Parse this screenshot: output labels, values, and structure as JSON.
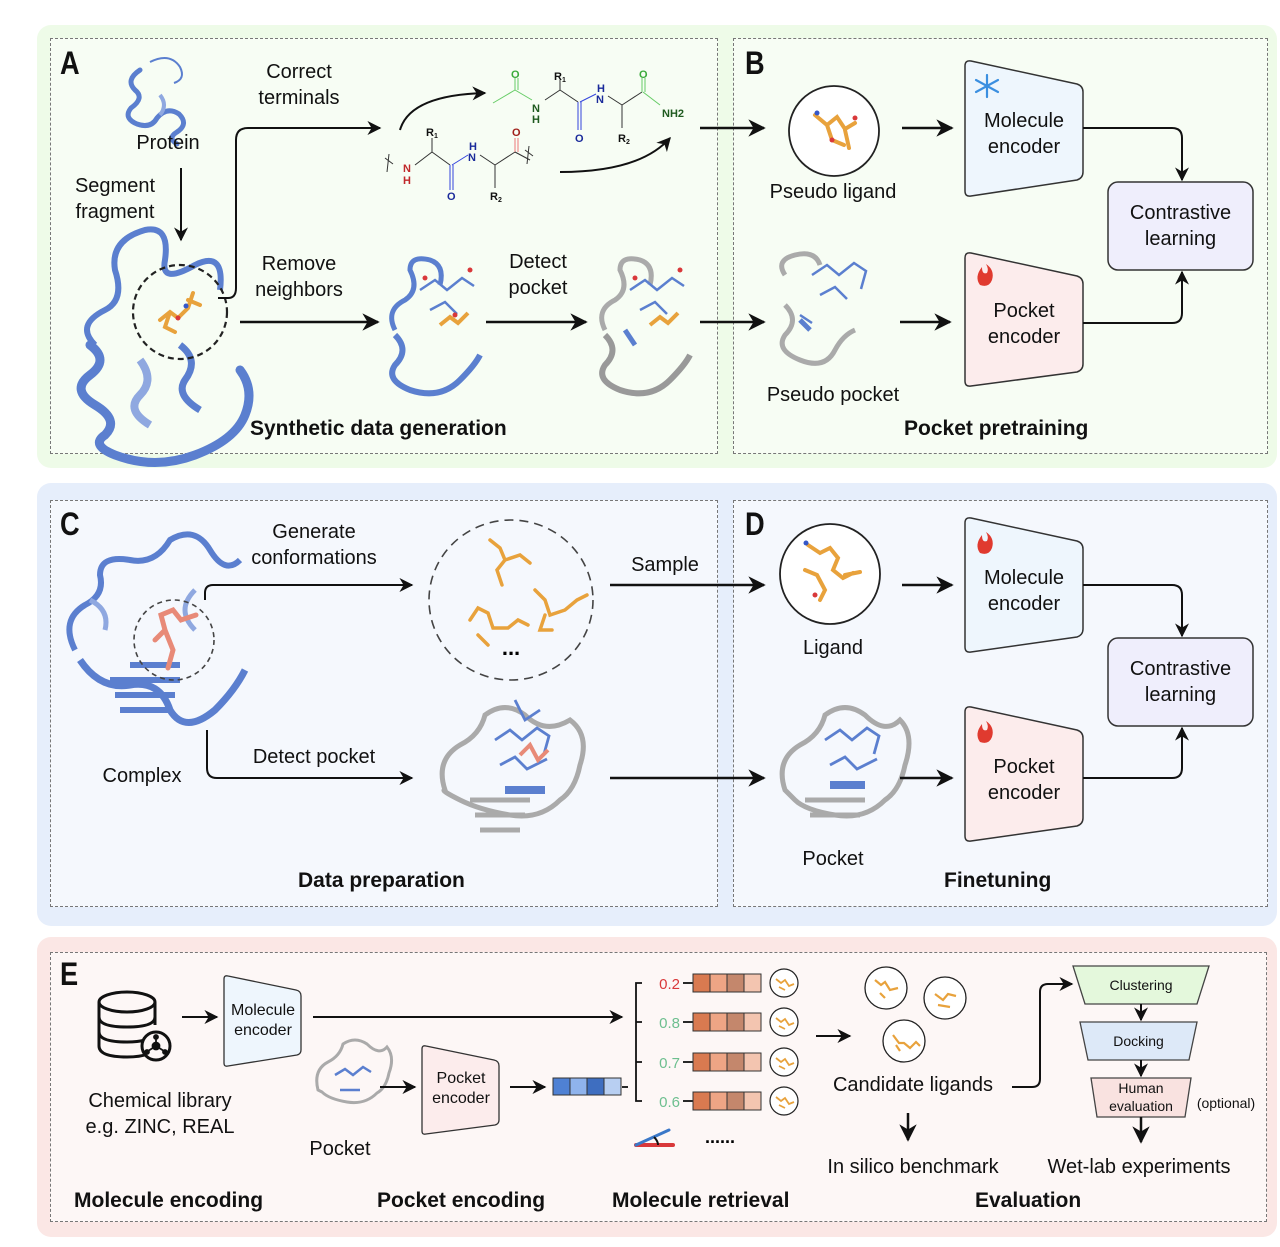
{
  "panels": {
    "A": {
      "letter": "A",
      "title": "Synthetic data generation",
      "protein_label": "Protein",
      "segment_label": [
        "Segment",
        "fragment"
      ],
      "correct_terminals": [
        "Correct",
        "terminals"
      ],
      "remove_neighbors": [
        "Remove",
        "neighbors"
      ],
      "detect_pocket": [
        "Detect",
        "pocket"
      ],
      "chem_before": {
        "labels": [
          "R1",
          "R2",
          "N",
          "H",
          "O",
          "H",
          "N",
          "O"
        ]
      },
      "chem_after": {
        "labels": [
          "O",
          "R1",
          "H",
          "N",
          "O",
          "NH2",
          "N",
          "H",
          "O",
          "R2"
        ]
      }
    },
    "B": {
      "letter": "B",
      "title": "Pocket pretraining",
      "pseudo_ligand": "Pseudo ligand",
      "pseudo_pocket": "Pseudo pocket",
      "molecule_encoder": [
        "Molecule",
        "encoder"
      ],
      "molecule_encoder_state": "snowflake-icon",
      "pocket_encoder": [
        "Pocket",
        "encoder"
      ],
      "pocket_encoder_state": "flame-icon",
      "contrastive": [
        "Contrastive",
        "learning"
      ]
    },
    "C": {
      "letter": "C",
      "title": "Data preparation",
      "complex_label": "Complex",
      "generate": [
        "Generate",
        "conformations"
      ],
      "detect_pocket": "Detect pocket",
      "ellipsis": "..."
    },
    "D": {
      "letter": "D",
      "title": "Finetuning",
      "sample": "Sample",
      "ligand": "Ligand",
      "pocket": "Pocket",
      "molecule_encoder": [
        "Molecule",
        "encoder"
      ],
      "pocket_encoder": [
        "Pocket",
        "encoder"
      ],
      "contrastive": [
        "Contrastive",
        "learning"
      ]
    },
    "E": {
      "letter": "E",
      "titles": [
        "Molecule encoding",
        "Pocket encoding",
        "Molecule retrieval",
        "Evaluation"
      ],
      "library": [
        "Chemical library",
        "e.g. ZINC, REAL"
      ],
      "molecule_encoder": [
        "Molecule",
        "encoder"
      ],
      "pocket_encoder": [
        "Pocket",
        "encoder"
      ],
      "pocket_label": "Pocket",
      "scores": [
        {
          "value": "0.2",
          "color": "#d9383a"
        },
        {
          "value": "0.8",
          "color": "#6dbf8f"
        },
        {
          "value": "0.7",
          "color": "#6dbf8f"
        },
        {
          "value": "0.6",
          "color": "#6dbf8f"
        }
      ],
      "more": "......",
      "candidates": "Candidate ligands",
      "in_silico": "In silico benchmark",
      "wet_lab": "Wet-lab experiments",
      "funnel": [
        "Clustering",
        "Docking",
        [
          "Human",
          "evaluation"
        ]
      ],
      "optional": "(optional)"
    }
  },
  "colors": {
    "protein_blue": "#5b7fcf",
    "ligand_orange": "#e8a23c",
    "encoder_blue": "#eef6fd",
    "encoder_pink": "#fcecec",
    "contrastive": "#efeefc",
    "clustering": "#e4f8dc",
    "docking": "#dde9f8",
    "human_eval": "#f9e2e0"
  }
}
